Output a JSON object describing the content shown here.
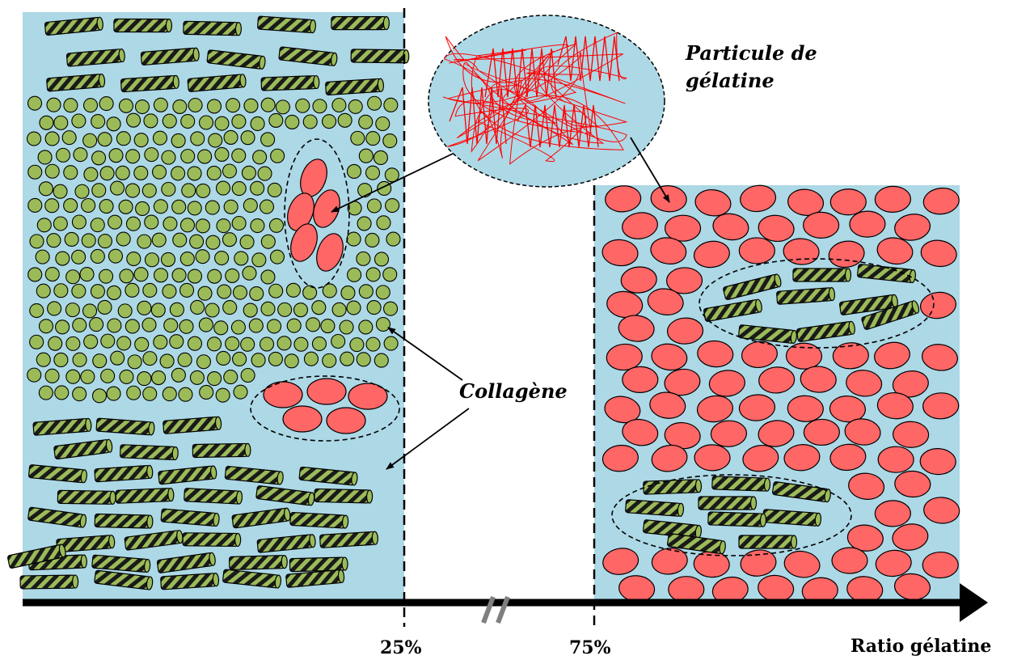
{
  "labels": {
    "gelatin_particle": [
      "Particule de",
      "gélatine"
    ],
    "collagen": "Collagène",
    "axis_title": "Ratio gélatine",
    "tick_left": "25%",
    "tick_right": "75%"
  },
  "colors": {
    "medium": "#add8e6",
    "collagen_fiber": "#9bbb59",
    "collagen_stripe": "#1a1a1a",
    "gelatin_particle": "#ff6666",
    "gelatin_chain": "#ff0000",
    "axis": "#000000",
    "axis_break": "#7f7f7f"
  },
  "icons": {
    "collagen_fiber": "striped-cylinder-icon",
    "collagen_particle": "green-circle-icon",
    "gelatin_particle": "red-ellipse-icon"
  }
}
